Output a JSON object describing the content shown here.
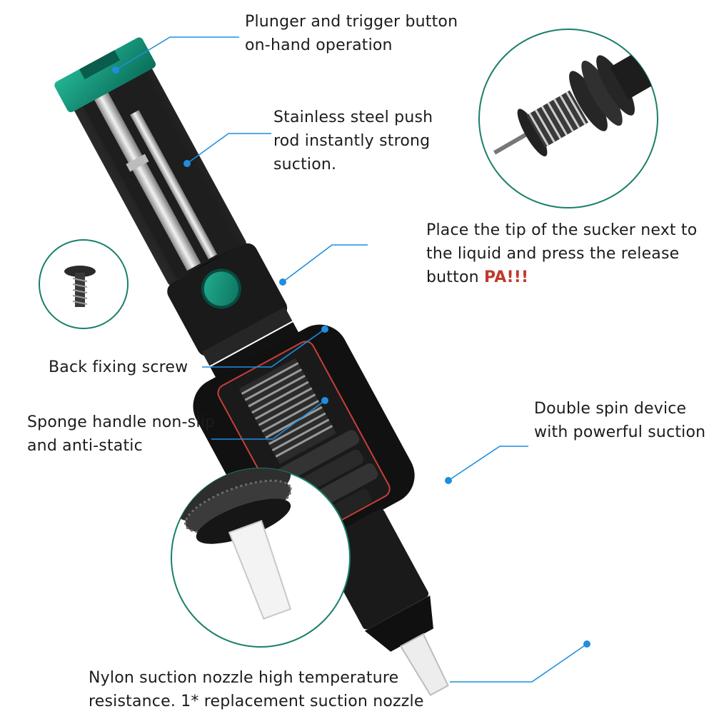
{
  "colors": {
    "green": "#0f8a73",
    "callout_blue": "#1f8ede",
    "circle_border": "#1a7f6a",
    "accent_red": "#c0392b",
    "body_black": "#141414"
  },
  "labels": {
    "plunger": {
      "line1": "Plunger and trigger button",
      "line2": "on-hand operation"
    },
    "push_rod": {
      "line1": "Stainless steel push",
      "line2": "rod instantly strong",
      "line3": "suction."
    },
    "release": {
      "line1": "Place the tip of the sucker next to",
      "line2": "the liquid and press the release",
      "line3_prefix": "button ",
      "line3_emphasis": "PA!!!"
    },
    "back_screw": {
      "line1": "Back fixing screw"
    },
    "sponge": {
      "line1": "Sponge handle non-slip",
      "line2": "and anti-static"
    },
    "double_spin": {
      "line1": "Double spin device",
      "line2": "with powerful suction"
    },
    "nozzle": {
      "line1": "Nylon suction nozzle high temperature",
      "line2": "resistance. 1* replacement suction nozzle"
    }
  },
  "icons": [
    "screw-icon",
    "spring-detail-icon",
    "nozzle-detail-icon",
    "desoldering-pump-illustration"
  ]
}
